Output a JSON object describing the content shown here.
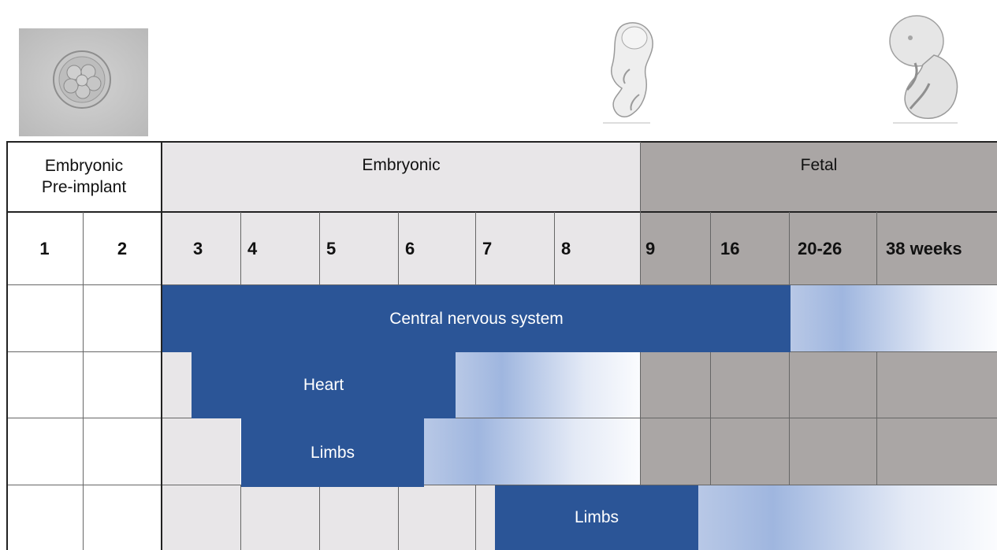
{
  "images": {
    "cell": "embryo-cell-cluster",
    "embryo": "embryo-week-8",
    "fetus": "fetus-late"
  },
  "phases": {
    "preimplant": "Embryonic\nPre-implant",
    "embryonic": "Embryonic",
    "fetal": "Fetal"
  },
  "weeks": [
    "1",
    "2",
    "3",
    "4",
    "5",
    "6",
    "7",
    "8",
    "9",
    "16",
    "20-26",
    "38 weeks"
  ],
  "bars": {
    "cns": "Central nervous system",
    "heart": "Heart",
    "limbs1": "Limbs",
    "limbs2": "Limbs"
  },
  "colors": {
    "bar": "#2b5597",
    "embryonic_bg": "#e8e6e8",
    "fetal_bg": "#aaa6a5",
    "white": "#ffffff"
  }
}
